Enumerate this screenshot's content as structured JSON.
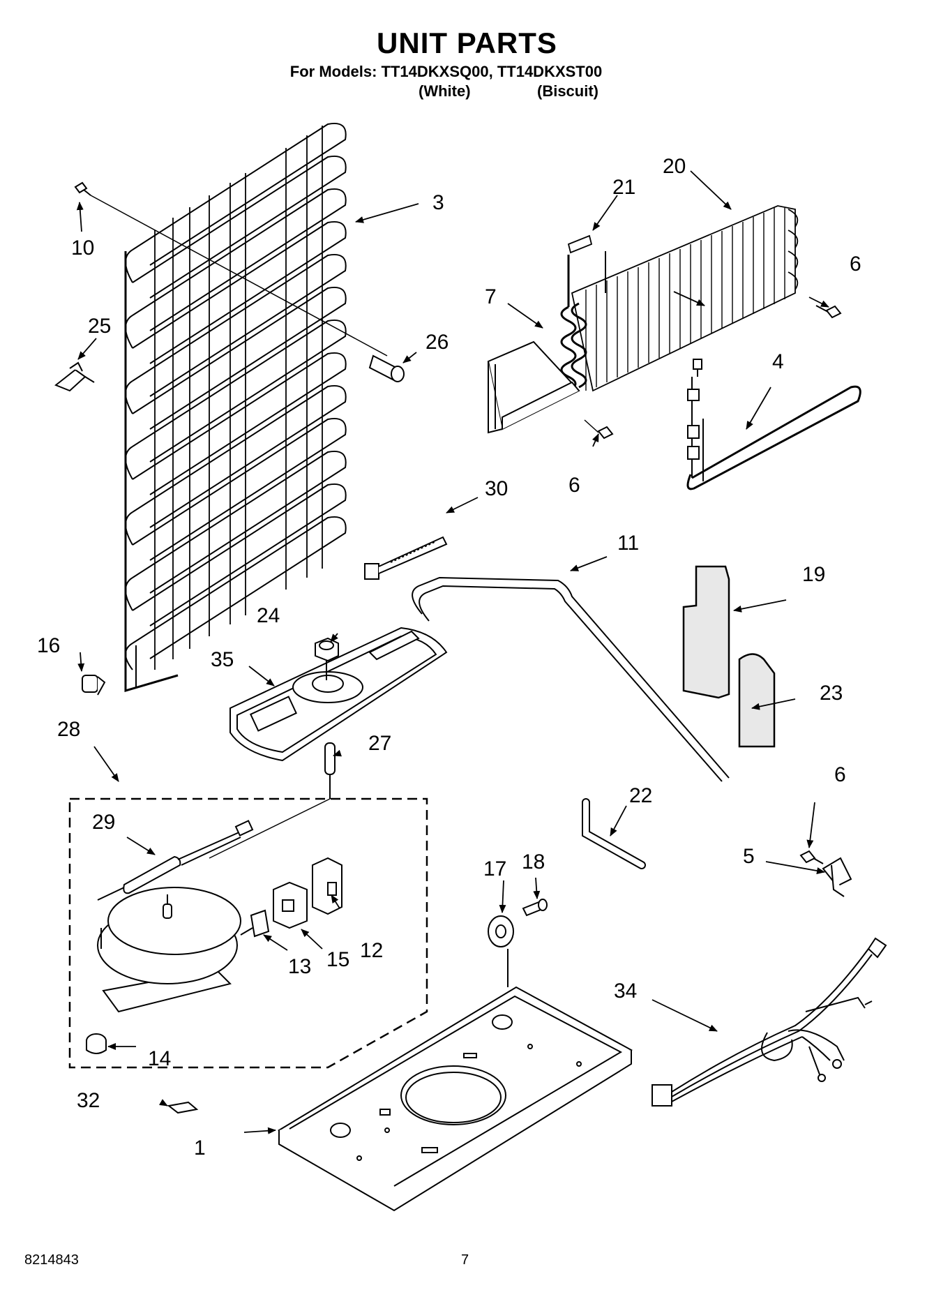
{
  "header": {
    "title": "UNIT PARTS",
    "models_line": "For Models: TT14DKXSQ00, TT14DKXST00",
    "variant_1": "(White)",
    "variant_2": "(Biscuit)"
  },
  "callouts": {
    "c1": "1",
    "c3": "3",
    "c4": "4",
    "c5": "5",
    "c6a": "6",
    "c6b": "6",
    "c6c": "6",
    "c7": "7",
    "c10": "10",
    "c11": "11",
    "c12": "12",
    "c13": "13",
    "c14": "14",
    "c15": "15",
    "c16": "16",
    "c17": "17",
    "c18": "18",
    "c19": "19",
    "c20": "20",
    "c21": "21",
    "c22": "22",
    "c23": "23",
    "c24": "24",
    "c25": "25",
    "c26": "26",
    "c27": "27",
    "c28": "28",
    "c29": "29",
    "c30": "30",
    "c32": "32",
    "c34": "34",
    "c35": "35"
  },
  "footer": {
    "doc_number": "8214843",
    "page_number": "7"
  }
}
